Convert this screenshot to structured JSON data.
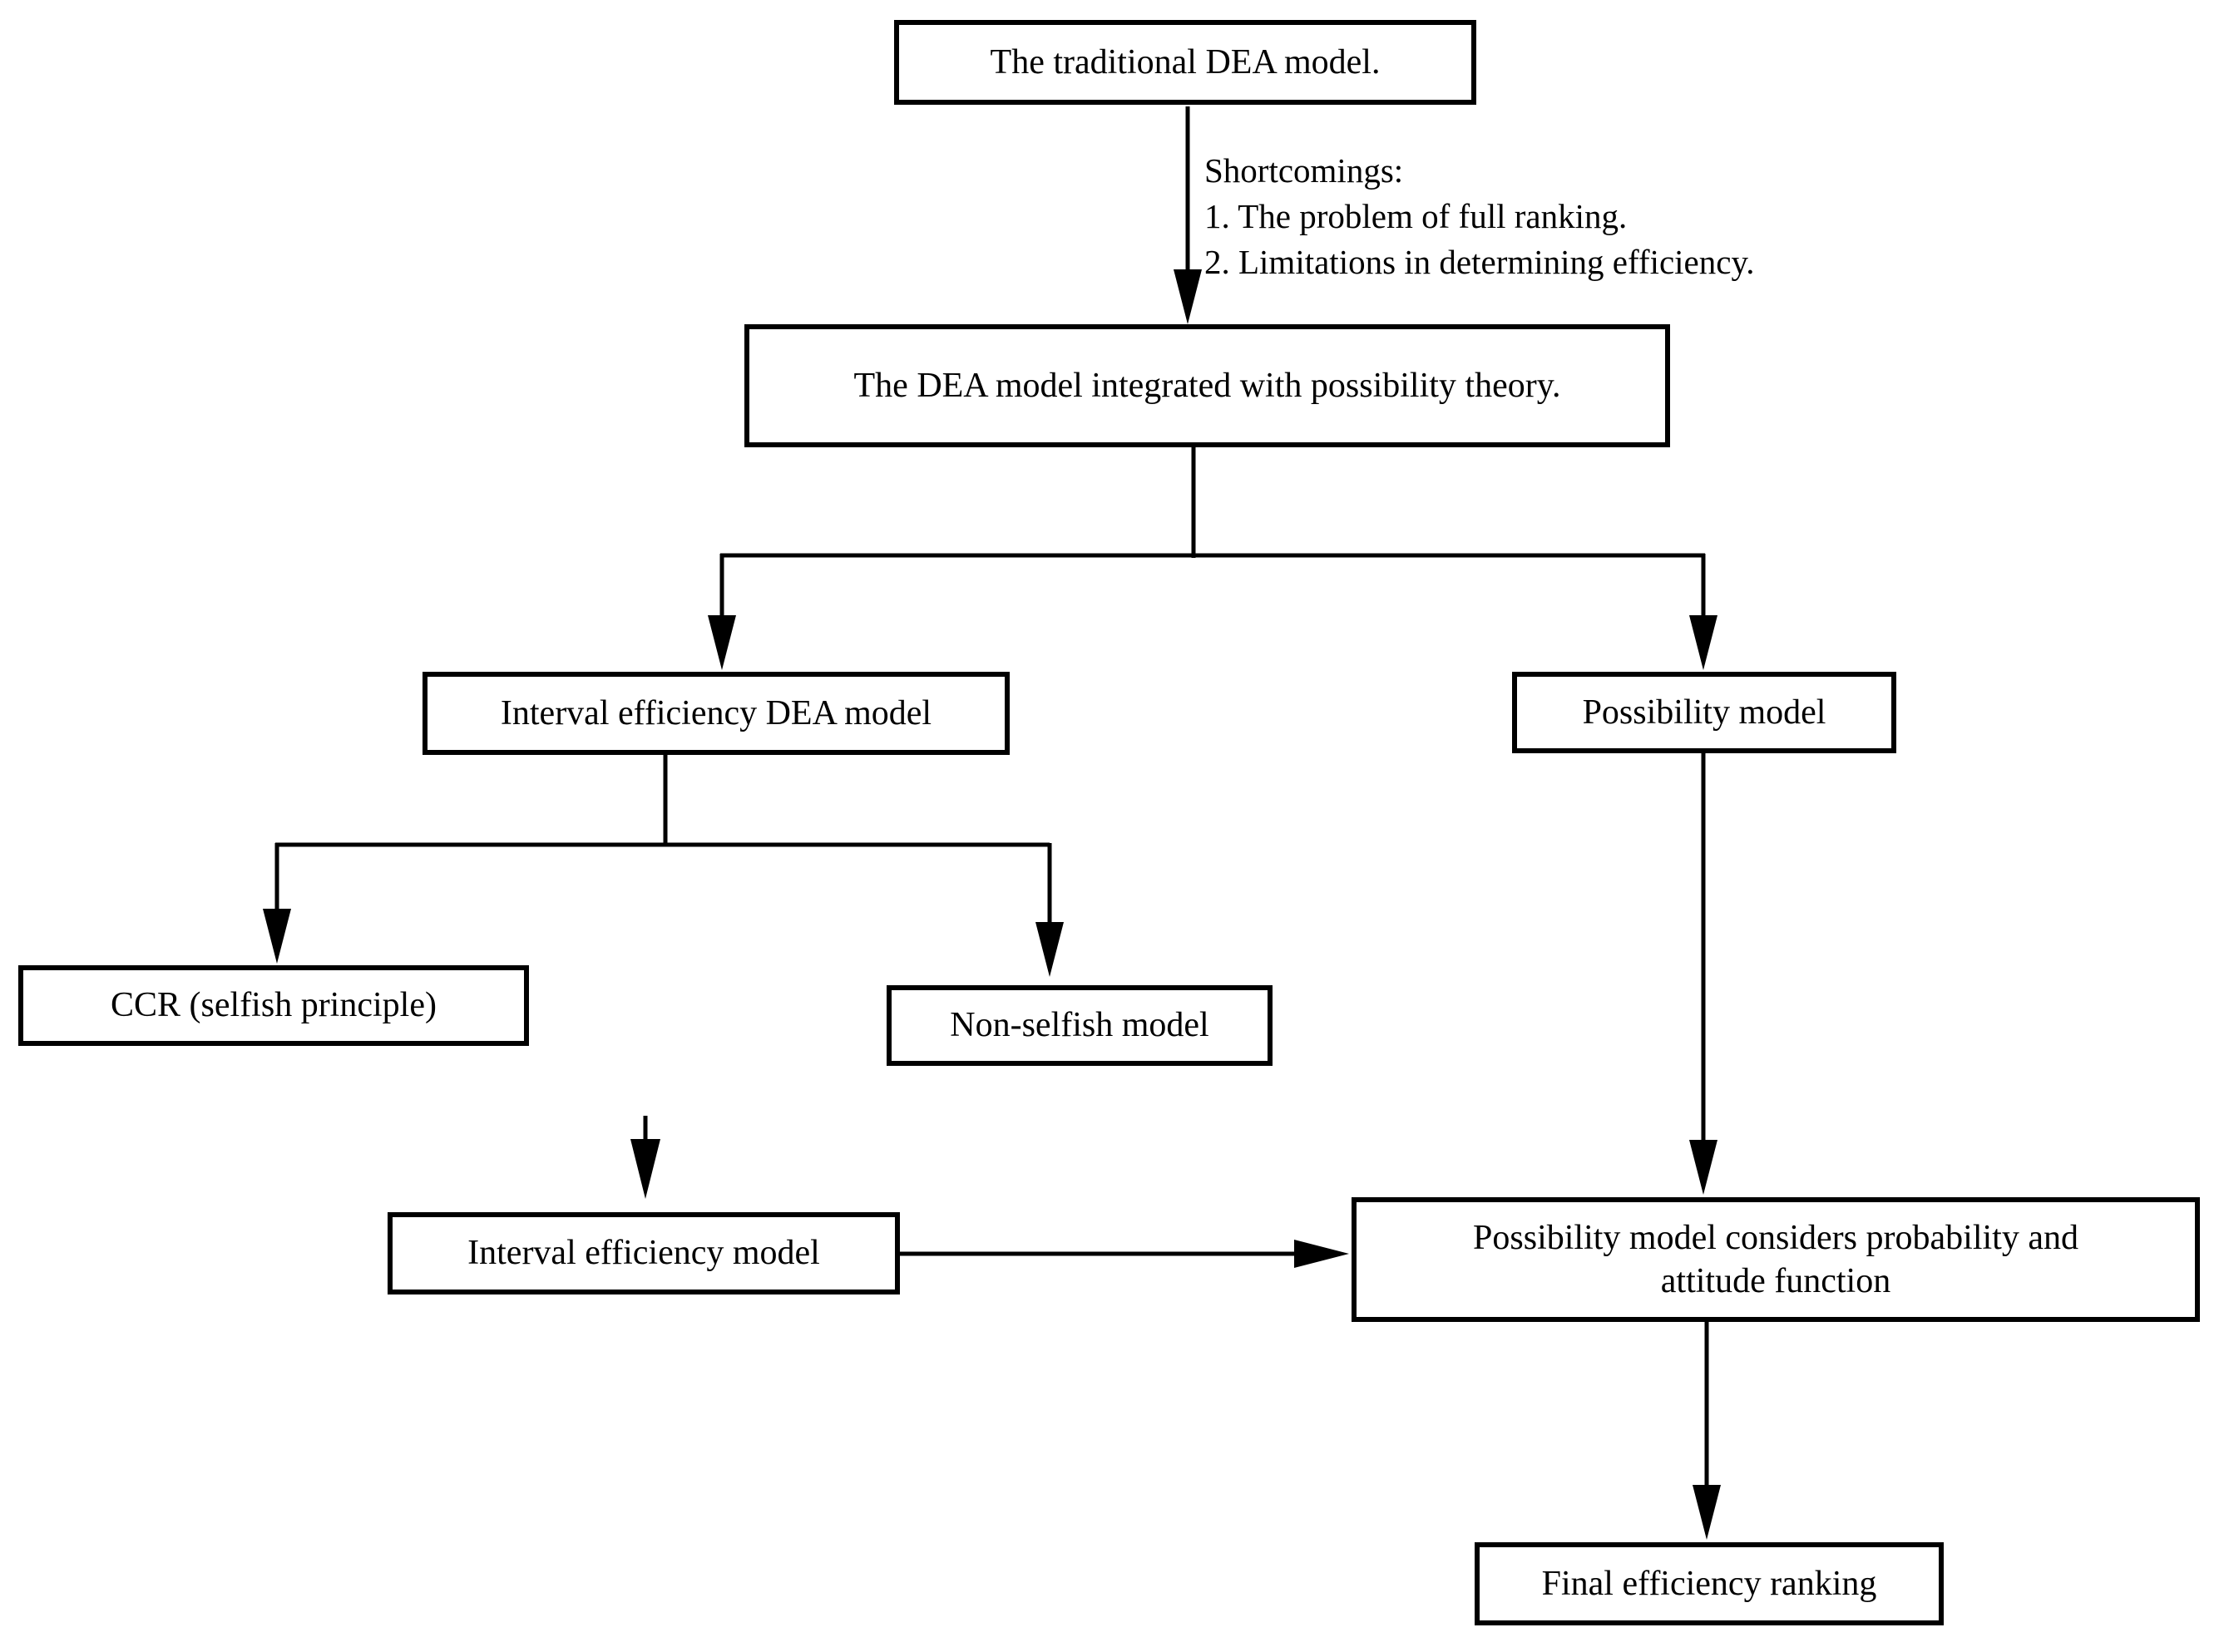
{
  "figure": {
    "type": "flowchart",
    "topic": "DEA model development flow"
  },
  "colors": {
    "line": "#000000",
    "box_border": "#000000",
    "box_background": "#ffffff",
    "page_background": "#ffffff",
    "text": "#000000"
  },
  "nodes": {
    "traditional": {
      "label": "The traditional DEA model."
    },
    "integrated": {
      "label": "The DEA model integrated with possibility theory."
    },
    "interval_dea": {
      "label": "Interval efficiency DEA model"
    },
    "possibility": {
      "label": "Possibility model"
    },
    "ccr": {
      "label": "CCR (selfish principle)"
    },
    "non_selfish": {
      "label": "Non-selfish model"
    },
    "interval_efficiency": {
      "label": "Interval efficiency model"
    },
    "possibility_attitude": {
      "line1": "Possibility model considers probability and",
      "line2": "attitude function"
    },
    "final_ranking": {
      "label": "Final efficiency ranking"
    }
  },
  "annotations": {
    "shortcomings": {
      "title": "Shortcomings:",
      "item1": "1. The problem of full ranking.",
      "item2": "2. Limitations in determining efficiency."
    }
  }
}
